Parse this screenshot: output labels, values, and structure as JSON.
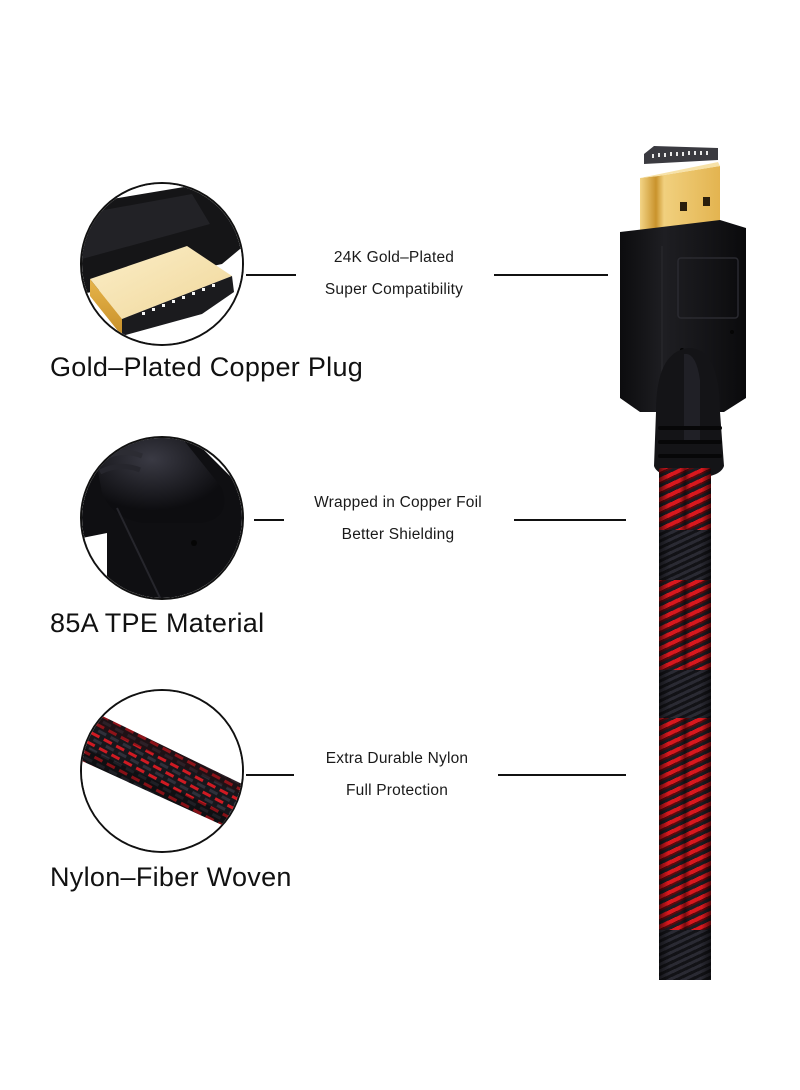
{
  "features": [
    {
      "id": "gold-plated-plug",
      "title": "Gold–Plated Copper Plug",
      "caption_line1": "24K Gold–Plated",
      "caption_line2": "Super Compatibility",
      "image": "hdmi-gold-connector-closeup"
    },
    {
      "id": "tpe-material",
      "title": "85A TPE Material",
      "caption_line1": "Wrapped in Copper Foil",
      "caption_line2": "Better Shielding",
      "image": "black-tpe-housing-closeup"
    },
    {
      "id": "nylon-woven",
      "title": "Nylon–Fiber Woven",
      "caption_line1": "Extra Durable Nylon",
      "caption_line2": "Full Protection",
      "image": "red-black-braided-cable-closeup"
    }
  ],
  "product": {
    "image": "hdmi-cable-red-black-braided",
    "colors": {
      "gold": "#d9b25a",
      "housing": "#141416",
      "braid_red": "#d8181e",
      "braid_black": "#1c1c22"
    }
  }
}
